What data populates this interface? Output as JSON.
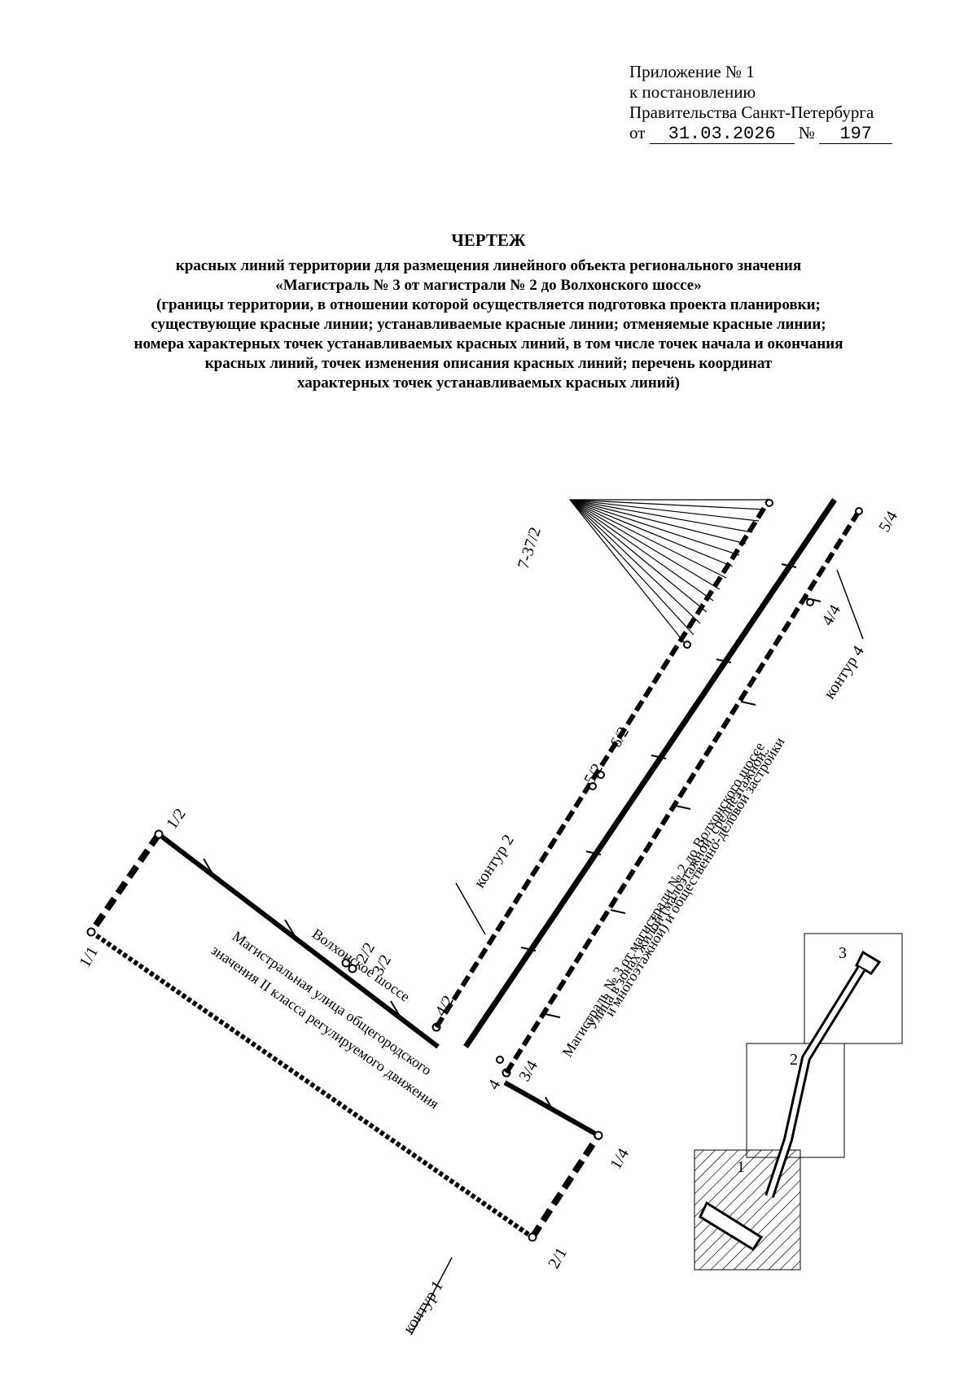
{
  "annex": {
    "line1": "Приложение № 1",
    "line2": "к постановлению",
    "line3": "Правительства Санкт-Петербурга",
    "date_prefix": "от",
    "date": "31.03.2026",
    "number_prefix": "№",
    "number": "197"
  },
  "title": {
    "heading": "ЧЕРТЕЖ",
    "lines": [
      "красных линий территории для размещения линейного объекта регионального значения",
      "«Магистраль № 3 от магистрали № 2 до Волхонского шоссе»",
      "(границы территории, в отношении которой осуществляется подготовка проекта планировки;",
      "существующие красные линии; устанавливаемые красные линии; отменяемые красные линии;",
      "номера характерных точек устанавливаемых красных линий, в том числе точек начала и окончания",
      "красных линий, точек изменения описания красных линий; перечень координат",
      "характерных точек устанавливаемых красных линий)"
    ]
  },
  "drawing": {
    "points": {
      "p1_1": "1/1",
      "p1_2": "1/2",
      "p2_1": "2/1",
      "p1_4": "1/4",
      "p2_2": "2/2",
      "p3_2": "3/2",
      "p4_2": "4/2",
      "p5_2": "5/2",
      "p6_2": "6/2",
      "p7_37_2": "7-37/2",
      "p3_4": "3/4",
      "p4_4": "4/4",
      "p5_4": "5/4",
      "p4": "4"
    },
    "contours": {
      "c1": "контур 1",
      "c2": "контур 2",
      "c4": "контур 4"
    },
    "road1": {
      "line1": "Волхонское шоссе",
      "line2": "Магистральная улица общегородского",
      "line3": "значения II класса регулируемого движения"
    },
    "road2": {
      "line1": "Магистраль № 3 от магистрали № 2 до Волхонского шоссе",
      "line2": "Улица в зонах жилой (малоэтажной, среднеэтажной",
      "line3": "и многоэтажной) и общественно-деловой застройки"
    },
    "sheets": {
      "s1": "1",
      "s2": "2",
      "s3": "3"
    }
  }
}
